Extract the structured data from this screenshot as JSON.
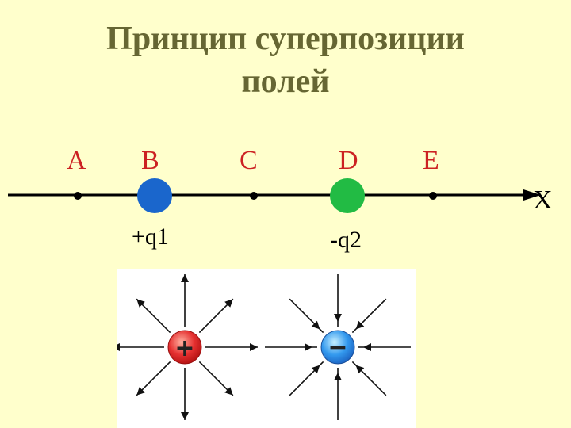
{
  "title_line1": "Принцип суперпозиции",
  "title_line2": "полей",
  "points": [
    "A",
    "B",
    "C",
    "D",
    "E"
  ],
  "axis_label": "X",
  "charges": [
    {
      "label": "+q1",
      "color": "#1A66CC"
    },
    {
      "label": "-q2",
      "color": "#22BB44"
    }
  ],
  "field_diagrams": [
    {
      "sign": "+",
      "color": "#E53030",
      "arrows": "outward"
    },
    {
      "sign": "−",
      "color": "#3399EE",
      "arrows": "inward"
    }
  ]
}
